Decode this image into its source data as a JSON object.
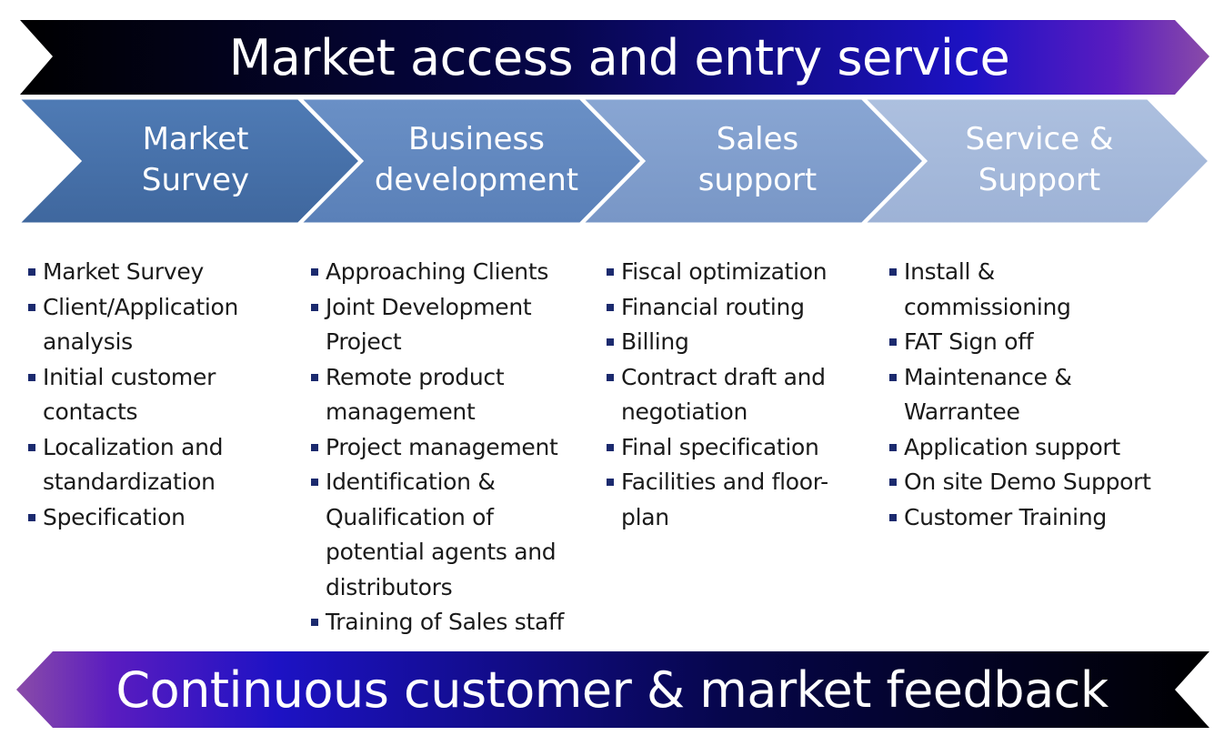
{
  "title": "Market access and entry service",
  "footer": "Continuous customer & market feedback",
  "colors": {
    "banner_dark": "#05051f",
    "banner_mid": "#1a0fb8",
    "banner_accent": "#7b3aa6",
    "stage_1": "#4670a8",
    "stage_2": "#5f86bd",
    "stage_3": "#7d9bcb",
    "stage_4": "#a4b7d9",
    "bullet": "#1b2a6e"
  },
  "stages": [
    {
      "title_lines": [
        "Market",
        "Survey"
      ],
      "items": [
        [
          "Market Survey"
        ],
        [
          "Client/Application",
          "analysis"
        ],
        [
          "Initial customer",
          "contacts"
        ],
        [
          "Localization and",
          "standardization"
        ],
        [
          "Specification"
        ]
      ]
    },
    {
      "title_lines": [
        "Business",
        "development"
      ],
      "items": [
        [
          "Approaching Clients"
        ],
        [
          "Joint Development",
          "Project"
        ],
        [
          "Remote product",
          "management"
        ],
        [
          "Project management"
        ],
        [
          "Identification &",
          "Qualification of",
          "potential agents and",
          "distributors"
        ],
        [
          "Training of Sales staff"
        ]
      ]
    },
    {
      "title_lines": [
        "Sales",
        "support"
      ],
      "items": [
        [
          "Fiscal optimization"
        ],
        [
          "Financial routing"
        ],
        [
          "Billing"
        ],
        [
          "Contract draft and",
          "negotiation"
        ],
        [
          "Final specification"
        ],
        [
          "Facilities and floor-",
          "plan"
        ]
      ]
    },
    {
      "title_lines": [
        "Service &",
        "Support"
      ],
      "items": [
        [
          "Install &",
          "commissioning"
        ],
        [
          "FAT Sign off"
        ],
        [
          "Maintenance &",
          "Warrantee"
        ],
        [
          "Application support"
        ],
        [
          "On site Demo Support"
        ],
        [
          "Customer Training"
        ]
      ]
    }
  ]
}
